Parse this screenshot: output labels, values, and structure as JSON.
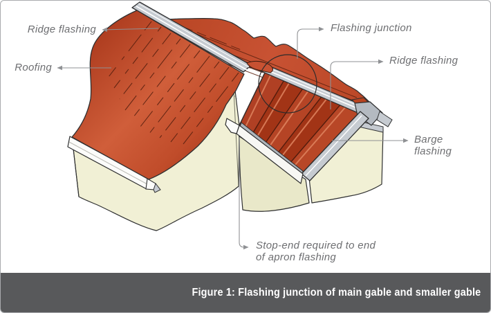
{
  "figure": {
    "caption": "Figure 1: Flashing junction of main gable and smaller gable",
    "labels": {
      "ridge_flashing_main": "Ridge flashing",
      "roofing": "Roofing",
      "flashing_junction": "Flashing junction",
      "ridge_flashing_small": "Ridge flashing",
      "barge_flashing_line1": "Barge",
      "barge_flashing_line2": "flashing",
      "stop_end_line1": "Stop-end required to end",
      "stop_end_line2": "of apron flashing"
    },
    "colors": {
      "roof_red_dark": "#A23416",
      "roof_red": "#C14C2B",
      "roof_red_light": "#D05E3A",
      "tile_highlight": "#E08560",
      "flashing_gray": "#C6CBD1",
      "flashing_gray_dark": "#AEB5BC",
      "wall_cream": "#F1F0D5",
      "wall_cream_shadow": "#E9E8C9",
      "outline": "#2E2F30",
      "label_text": "#6D6E71",
      "leader_line": "#8F9194",
      "caption_bg": "#58595B",
      "caption_text": "#FFFFFF",
      "panel_border": "#A8AAAD",
      "panel_bg": "#FFFFFF"
    }
  }
}
